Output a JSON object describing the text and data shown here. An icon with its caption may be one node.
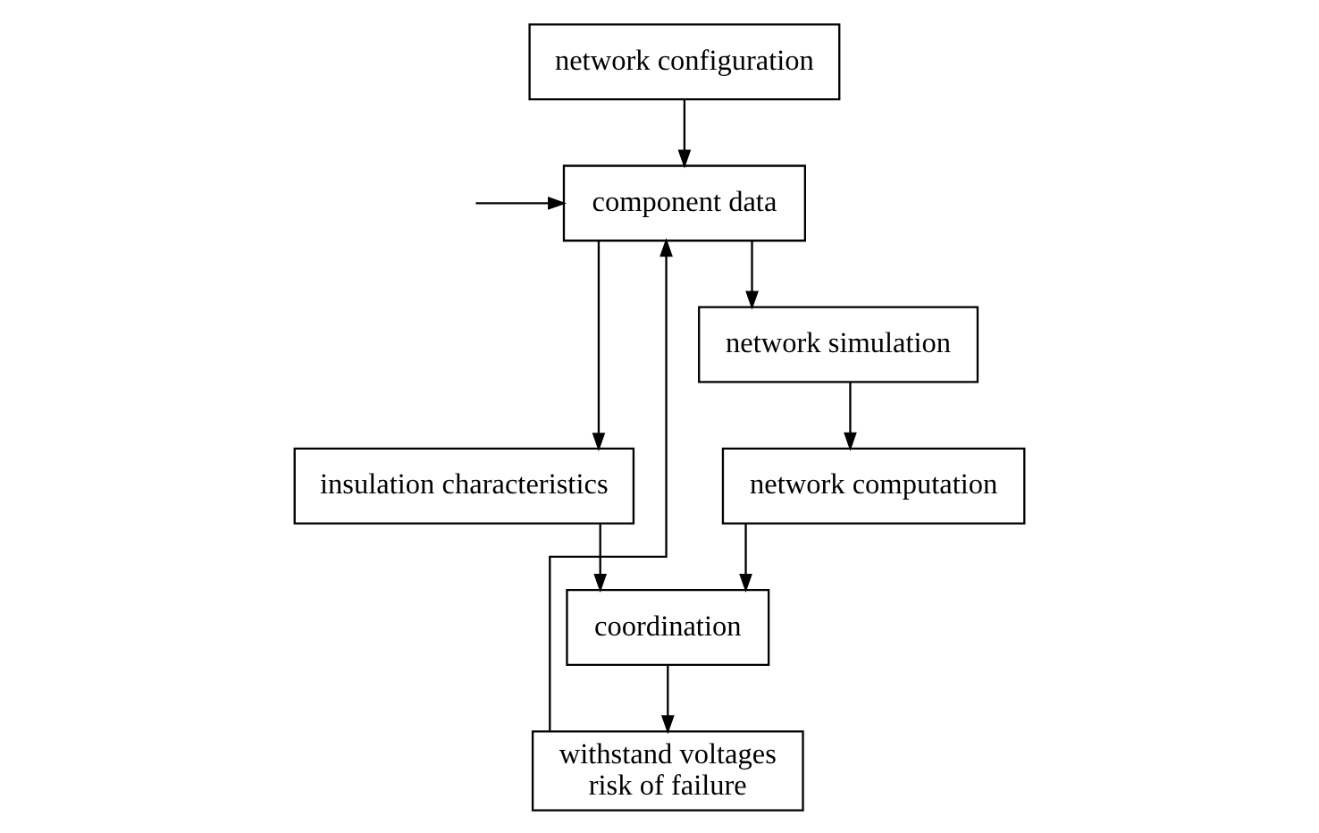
{
  "diagram": {
    "nodes": [
      {
        "text": [
          "network configuration"
        ]
      },
      {
        "text": [
          "component data"
        ]
      },
      {
        "text": [
          "insulation characteristics"
        ]
      },
      {
        "text": [
          "network simulation"
        ]
      },
      {
        "text": [
          "network computation"
        ]
      },
      {
        "text": [
          "coordination"
        ]
      },
      {
        "text": [
          "withstand voltages",
          "risk of failure"
        ]
      }
    ],
    "edges": [
      {
        "from": 0,
        "to": 1,
        "arrow": "to"
      },
      {
        "from": 1,
        "to": 2,
        "arrow": "to"
      },
      {
        "from": 1,
        "to": 3,
        "arrow": "to"
      },
      {
        "from": 3,
        "to": 4,
        "arrow": "to"
      },
      {
        "from": 2,
        "to": 5,
        "arrow": "to"
      },
      {
        "from": 4,
        "to": 5,
        "arrow": "to"
      },
      {
        "from": 5,
        "to": 6,
        "arrow": "to"
      },
      {
        "from": 6,
        "to": 1,
        "arrow": "to"
      },
      {
        "from": null,
        "to": 1,
        "arrow": "to"
      }
    ]
  }
}
